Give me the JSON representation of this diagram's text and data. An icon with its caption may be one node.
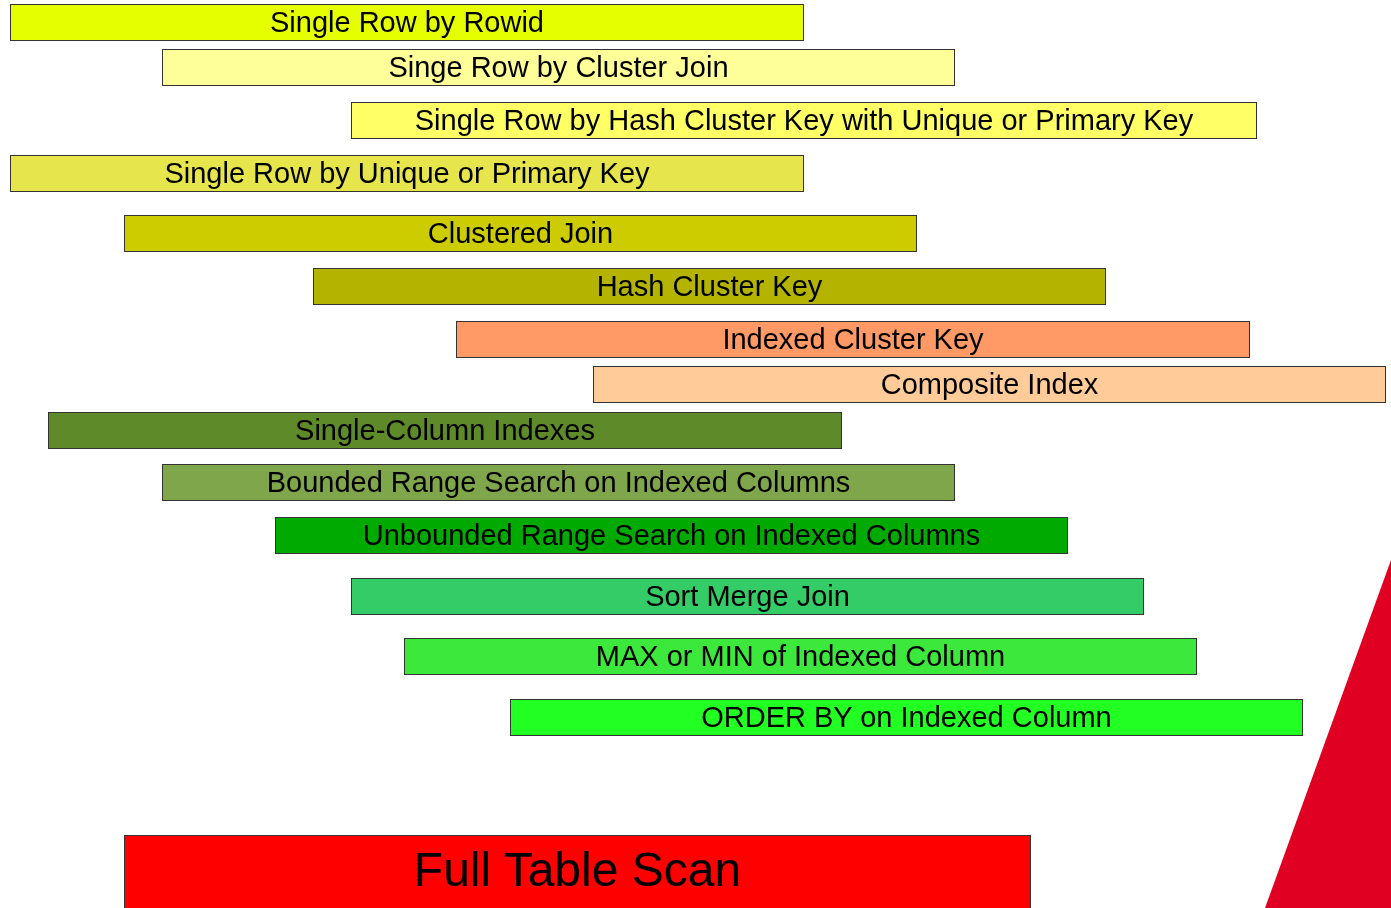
{
  "diagram": {
    "nodes": [
      {
        "text": [
          "Single Row by Rowid"
        ]
      },
      {
        "text": [
          "Singe Row by Cluster Join"
        ]
      },
      {
        "text": [
          "Single Row by Hash Cluster Key with Unique or Primary Key"
        ]
      },
      {
        "text": [
          "Single Row by Unique or Primary Key"
        ]
      },
      {
        "text": [
          "Clustered Join"
        ]
      },
      {
        "text": [
          "Hash Cluster Key"
        ]
      },
      {
        "text": [
          "Indexed Cluster Key"
        ]
      },
      {
        "text": [
          "Composite Index"
        ]
      },
      {
        "text": [
          "Single-Column Indexes"
        ]
      },
      {
        "text": [
          "Bounded Range Search on Indexed Columns"
        ]
      },
      {
        "text": [
          "Unbounded Range Search on Indexed Columns"
        ]
      },
      {
        "text": [
          "Sort Merge Join"
        ]
      },
      {
        "text": [
          "MAX or MIN of Indexed Column"
        ]
      },
      {
        "text": [
          "ORDER BY on Indexed Column"
        ]
      },
      {
        "text": [
          "Full Table Scan"
        ]
      }
    ]
  }
}
